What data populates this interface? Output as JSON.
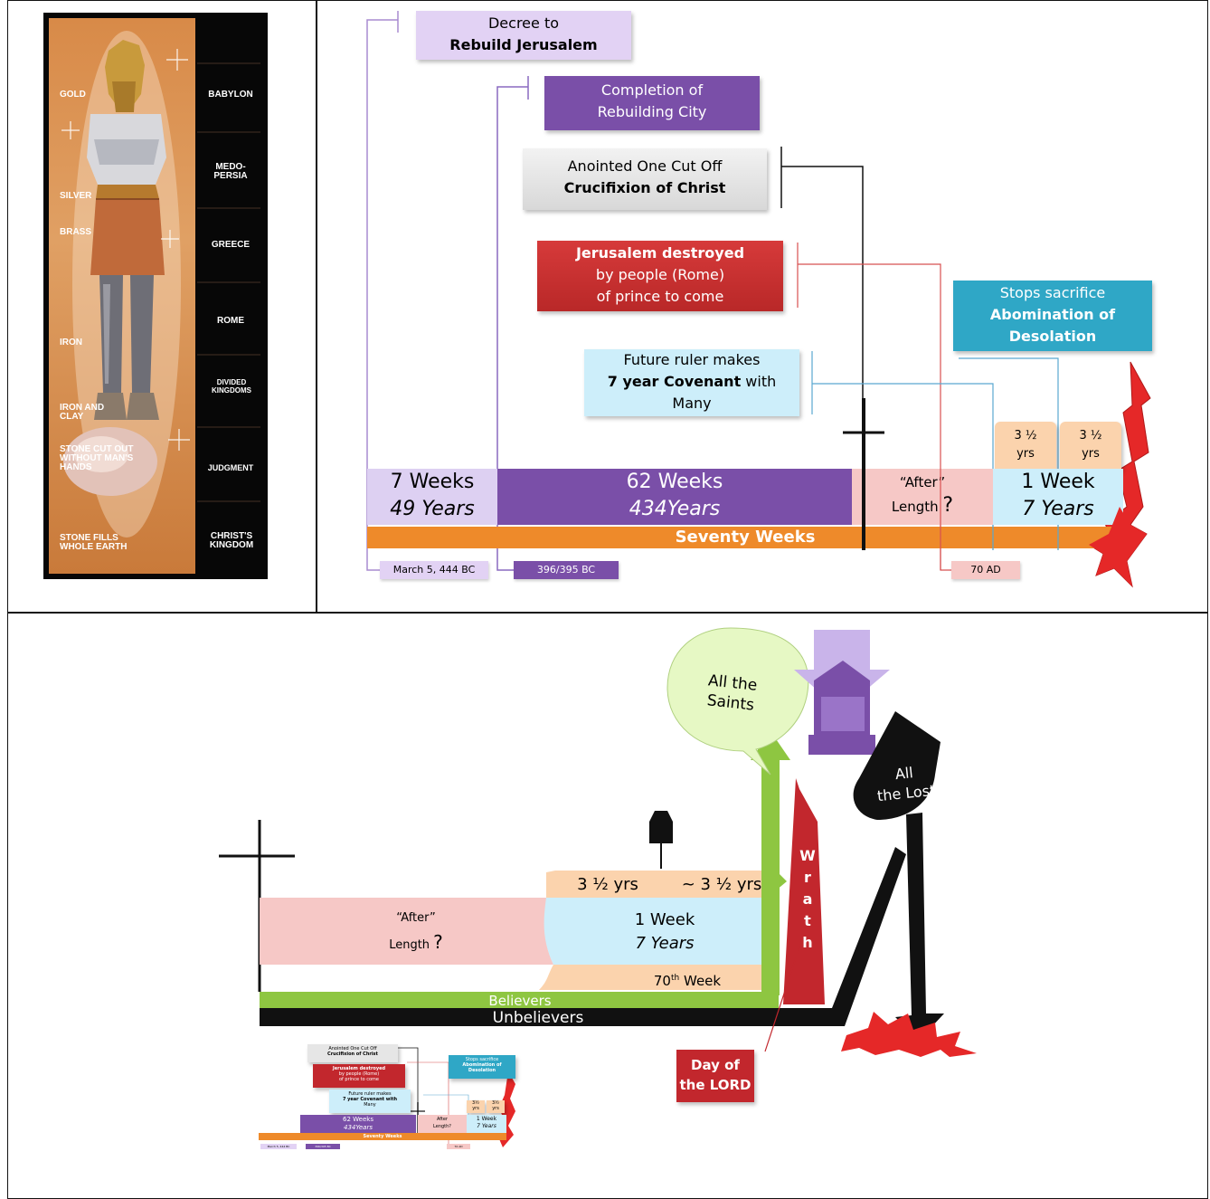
{
  "statue": {
    "metals": [
      "GOLD",
      "SILVER",
      "BRASS",
      "IRON",
      "IRON AND CLAY",
      "STONE CUT OUT WITHOUT MAN'S HANDS",
      "STONE FILLS WHOLE EARTH"
    ],
    "kingdoms": [
      "BABYLON",
      "MEDO-PERSIA",
      "GREECE",
      "ROME",
      "DIVIDED KINGDOMS",
      "JUDGMENT",
      "CHRIST'S KINGDOM"
    ]
  },
  "timeline": {
    "decree": {
      "line1": "Decree to",
      "line2": "Rebuild Jerusalem"
    },
    "completion": {
      "line1": "Completion of",
      "line2": "Rebuilding City"
    },
    "anointed": {
      "line1": "Anointed One Cut Off",
      "line2": "Crucifixion of Christ"
    },
    "destroyed": {
      "line1": "Jerusalem destroyed",
      "line2": "by people (Rome)",
      "line3": "of prince to come"
    },
    "covenant": {
      "line1": "Future ruler makes",
      "line2a": "7 year Covenant",
      "line2b": " with",
      "line3": "Many"
    },
    "stops": {
      "line1": "Stops sacrifice",
      "line2": "Abomination of",
      "line3": "Desolation"
    },
    "half1": {
      "line1": "3 ½",
      "line2": "yrs"
    },
    "half2": {
      "line1": "3 ½",
      "line2": "yrs"
    },
    "bar1": {
      "line1": "7 Weeks",
      "line2": "49 Years"
    },
    "bar2": {
      "line1": "62 Weeks",
      "line2": "434Years"
    },
    "bar3": {
      "line1": "“After”",
      "line2": "Length",
      "q": "?"
    },
    "bar4": {
      "line1": "1 Week",
      "line2": "7 Years"
    },
    "seventy": "Seventy Weeks",
    "date1": "March 5, 444 BC",
    "date2": "396/395 BC",
    "date3": "70 AD"
  },
  "lower": {
    "saints": {
      "line1": "All the",
      "line2": "Saints"
    },
    "lost": {
      "line1": "All",
      "line2": "the Lost"
    },
    "half_a": "3 ½ yrs",
    "half_b": "~ 3 ½ yrs",
    "after": {
      "line1": "“After”",
      "line2": "Length",
      "q": "?"
    },
    "week": {
      "line1": "1 Week",
      "line2": "7 Years"
    },
    "seventieth": {
      "num": "70",
      "sup": "th",
      "word": " Week"
    },
    "wrath": [
      "W",
      "r",
      "a",
      "t",
      "h"
    ],
    "believers": "Believers",
    "unbelievers": "Unbelievers",
    "day": {
      "line1": "Day of",
      "line2": "the LORD"
    }
  },
  "thumb": {
    "anointed": [
      "Anointed One Cut Off",
      "Crucifixion of Christ"
    ],
    "destroyed": [
      "Jerusalem destroyed",
      "by people (Rome)",
      "of prince to come"
    ],
    "covenant": [
      "Future ruler makes",
      "7 year Covenant with",
      "Many"
    ],
    "stops": [
      "Stops sacrifice",
      "Abomination of",
      "Desolation"
    ],
    "weeks62": [
      "62 Weeks",
      "434Years"
    ],
    "after": [
      "After",
      "Length?"
    ],
    "week1": [
      "1 Week",
      "7 Years"
    ],
    "half": [
      "3½",
      "yrs"
    ],
    "seventy": "Seventy Weeks",
    "dates": [
      "March 5, 444 BC",
      "396/395 BC",
      "70 AD"
    ]
  },
  "colors": {
    "purple": "#7a4fa8",
    "lavender": "#d9c6ef",
    "orange": "#ee8a2a",
    "pink": "#f6c8c6",
    "lightblue": "#cdeefa",
    "peach": "#fbd3ad",
    "red": "#c2272d",
    "teal": "#2fa7c6",
    "green": "#8ec641",
    "lime": "#def7b3"
  }
}
